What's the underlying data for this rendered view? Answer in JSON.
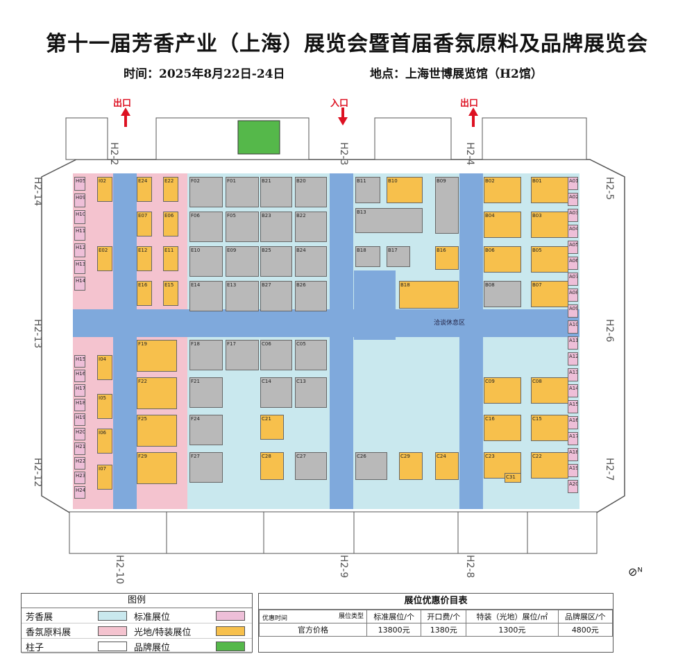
{
  "header": {
    "title": "第十一届芳香产业（上海）展览会暨首届香氛原料及品牌展览会",
    "time": "时间：2025年8月22日-24日",
    "location": "地点：上海世博展览馆（H2馆）"
  },
  "entrances": {
    "exit_left": "出口",
    "entrance": "入口",
    "exit_right": "出口"
  },
  "hall_codes": {
    "h2_2": "H2-2",
    "h2_3": "H2-3",
    "h2_4": "H2-4",
    "h2_5": "H2-5",
    "h2_6": "H2-6",
    "h2_7": "H2-7",
    "h2_8": "H2-8",
    "h2_9": "H2-9",
    "h2_10": "H2-10",
    "h2_12": "H2-12",
    "h2_13": "H2-13",
    "h2_14": "H2-14"
  },
  "zones": {
    "center_label": "洽谈休息区"
  },
  "booths": [
    {
      "id": "H05",
      "color": "pink"
    },
    {
      "id": "H09",
      "color": "pink"
    },
    {
      "id": "H10",
      "color": "pink"
    },
    {
      "id": "H11",
      "color": "pink"
    },
    {
      "id": "H12",
      "color": "pink"
    },
    {
      "id": "H13",
      "color": "pink"
    },
    {
      "id": "H14",
      "color": "pink"
    },
    {
      "id": "I02",
      "color": "orange"
    },
    {
      "id": "E24",
      "color": "orange"
    },
    {
      "id": "E22",
      "color": "orange"
    },
    {
      "id": "E07",
      "color": "orange"
    },
    {
      "id": "E06",
      "color": "orange"
    },
    {
      "id": "E02",
      "color": "orange"
    },
    {
      "id": "E12",
      "color": "orange"
    },
    {
      "id": "E11",
      "color": "orange"
    },
    {
      "id": "E16",
      "color": "orange"
    },
    {
      "id": "E15",
      "color": "orange"
    },
    {
      "id": "F02",
      "color": "gray"
    },
    {
      "id": "F01",
      "color": "gray"
    },
    {
      "id": "F06",
      "color": "gray"
    },
    {
      "id": "F05",
      "color": "gray"
    },
    {
      "id": "E10",
      "color": "gray"
    },
    {
      "id": "E09",
      "color": "gray"
    },
    {
      "id": "E14",
      "color": "gray"
    },
    {
      "id": "E13",
      "color": "gray"
    },
    {
      "id": "B21",
      "color": "gray"
    },
    {
      "id": "B20",
      "color": "gray"
    },
    {
      "id": "B23",
      "color": "gray"
    },
    {
      "id": "B22",
      "color": "gray"
    },
    {
      "id": "B25",
      "color": "gray"
    },
    {
      "id": "B24",
      "color": "gray"
    },
    {
      "id": "B27",
      "color": "gray"
    },
    {
      "id": "B26",
      "color": "gray"
    },
    {
      "id": "B11",
      "color": "gray"
    },
    {
      "id": "B10",
      "color": "orange"
    },
    {
      "id": "B09",
      "color": "gray"
    },
    {
      "id": "B13",
      "color": "gray"
    },
    {
      "id": "B18",
      "color": "gray"
    },
    {
      "id": "B17",
      "color": "gray"
    },
    {
      "id": "B16",
      "color": "orange"
    },
    {
      "id": "B18",
      "color": "orange"
    },
    {
      "id": "B02",
      "color": "orange"
    },
    {
      "id": "B01",
      "color": "orange"
    },
    {
      "id": "B04",
      "color": "orange"
    },
    {
      "id": "B03",
      "color": "orange"
    },
    {
      "id": "B06",
      "color": "orange"
    },
    {
      "id": "B05",
      "color": "orange"
    },
    {
      "id": "B08",
      "color": "gray"
    },
    {
      "id": "B07",
      "color": "orange"
    },
    {
      "id": "A01",
      "color": "pink"
    },
    {
      "id": "A02",
      "color": "pink"
    },
    {
      "id": "A03",
      "color": "pink"
    },
    {
      "id": "A04",
      "color": "pink"
    },
    {
      "id": "A05",
      "color": "pink"
    },
    {
      "id": "A06",
      "color": "pink"
    },
    {
      "id": "A07",
      "color": "pink"
    },
    {
      "id": "A08",
      "color": "pink"
    },
    {
      "id": "A09",
      "color": "pink"
    },
    {
      "id": "A10",
      "color": "pink"
    },
    {
      "id": "A11",
      "color": "pink"
    },
    {
      "id": "A12",
      "color": "pink"
    },
    {
      "id": "A13",
      "color": "pink"
    },
    {
      "id": "A14",
      "color": "pink"
    },
    {
      "id": "A15",
      "color": "pink"
    },
    {
      "id": "A16",
      "color": "pink"
    },
    {
      "id": "A17",
      "color": "pink"
    },
    {
      "id": "A18",
      "color": "pink"
    },
    {
      "id": "A19",
      "color": "pink"
    },
    {
      "id": "A20",
      "color": "pink"
    },
    {
      "id": "H15",
      "color": "pink"
    },
    {
      "id": "H16",
      "color": "pink"
    },
    {
      "id": "H17",
      "color": "pink"
    },
    {
      "id": "H18",
      "color": "pink"
    },
    {
      "id": "H19",
      "color": "pink"
    },
    {
      "id": "H20",
      "color": "pink"
    },
    {
      "id": "H21",
      "color": "pink"
    },
    {
      "id": "H22",
      "color": "pink"
    },
    {
      "id": "H23",
      "color": "pink"
    },
    {
      "id": "H24",
      "color": "pink"
    },
    {
      "id": "I04",
      "color": "orange"
    },
    {
      "id": "I05",
      "color": "orange"
    },
    {
      "id": "I06",
      "color": "orange"
    },
    {
      "id": "I07",
      "color": "orange"
    },
    {
      "id": "F19",
      "color": "orange"
    },
    {
      "id": "F22",
      "color": "orange"
    },
    {
      "id": "F25",
      "color": "orange"
    },
    {
      "id": "F29",
      "color": "orange"
    },
    {
      "id": "F18",
      "color": "gray"
    },
    {
      "id": "F17",
      "color": "gray"
    },
    {
      "id": "F21",
      "color": "gray"
    },
    {
      "id": "F24",
      "color": "gray"
    },
    {
      "id": "F27",
      "color": "gray"
    },
    {
      "id": "C06",
      "color": "gray"
    },
    {
      "id": "C05",
      "color": "gray"
    },
    {
      "id": "C14",
      "color": "gray"
    },
    {
      "id": "C13",
      "color": "gray"
    },
    {
      "id": "C21",
      "color": "orange"
    },
    {
      "id": "C28",
      "color": "orange"
    },
    {
      "id": "C27",
      "color": "gray"
    },
    {
      "id": "C26",
      "color": "gray"
    },
    {
      "id": "C29",
      "color": "orange"
    },
    {
      "id": "C24",
      "color": "orange"
    },
    {
      "id": "C09",
      "color": "orange"
    },
    {
      "id": "C08",
      "color": "orange"
    },
    {
      "id": "C16",
      "color": "orange"
    },
    {
      "id": "C15",
      "color": "orange"
    },
    {
      "id": "C23",
      "color": "orange"
    },
    {
      "id": "C22",
      "color": "orange"
    },
    {
      "id": "C31",
      "color": "orange"
    }
  ],
  "legend": {
    "title": "图例",
    "items": [
      {
        "label": "芳香展",
        "sub": "标准展位",
        "swatch": "#c9e8ee",
        "sub_swatch": "#eebfd8"
      },
      {
        "label": "香氛原料展",
        "sub": "光地/特装展位",
        "swatch": "#f4c3cf",
        "sub_swatch": "#f7c04c"
      },
      {
        "label": "柱子",
        "sub": "品牌展位",
        "swatch": "#ffffff",
        "sub_swatch": "#55b84a"
      }
    ]
  },
  "price_table": {
    "title": "展位优惠价目表",
    "corner_top": "展位类型",
    "corner_bottom": "优惠时间",
    "headers": [
      "标准展位/个",
      "开口费/个",
      "特装（光地）展位/㎡",
      "品牌展区/个"
    ],
    "rows": [
      {
        "name": "官方价格",
        "values": [
          "13800元",
          "1380元",
          "1300元",
          "4800元"
        ]
      }
    ]
  },
  "colors": {
    "aisle": "#7fa9dc",
    "standard_zone": "#c9e8ee",
    "raw_material_zone": "#f4c3cf",
    "gray_booth": "#b9b9b9",
    "orange_booth": "#f7c04c",
    "pink_booth": "#eebfd8",
    "green_booth": "#55b84a",
    "arrow": "#dd1122"
  }
}
